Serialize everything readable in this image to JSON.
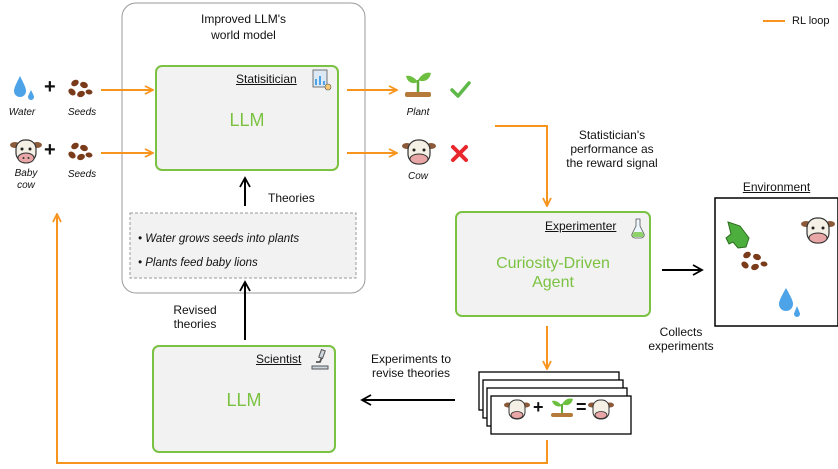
{
  "legend": {
    "label": "RL loop",
    "color": "#f7941d"
  },
  "world_model": {
    "title_line1": "Improved LLM's",
    "title_line2": "world model"
  },
  "statistician": {
    "label": "Statisitician",
    "llm": "LLM"
  },
  "inputs": {
    "row1": {
      "a": "Water",
      "b": "Seeds",
      "plus": "+"
    },
    "row2": {
      "a": "Baby\ncow",
      "b": "Seeds",
      "plus": "+"
    }
  },
  "outputs": {
    "row1": {
      "label": "Plant",
      "mark": "✔"
    },
    "row2": {
      "label": "Cow",
      "mark": "✖"
    }
  },
  "theories": {
    "label": "Theories",
    "items": [
      "Water grows seeds into plants",
      "Plants feed baby lions"
    ]
  },
  "reward": {
    "line1": "Statistician's",
    "line2": "performance as",
    "line3": "the reward signal"
  },
  "experimenter": {
    "label": "Experimenter",
    "line1": "Curiosity-Driven",
    "line2": "Agent"
  },
  "environment": {
    "label": "Environment"
  },
  "collects": {
    "line1": "Collects",
    "line2": "experiments"
  },
  "experiments": {
    "line1": "Experiments to",
    "line2": "revise theories",
    "plus": "+",
    "equals": "="
  },
  "scientist": {
    "label": "Scientist",
    "llm": "LLM"
  },
  "revised": {
    "line1": "Revised",
    "line2": "theories"
  },
  "colors": {
    "orange": "#f7941d",
    "green": "#7cc242",
    "red": "#e8262b",
    "box_fill": "#f2f2f2"
  }
}
